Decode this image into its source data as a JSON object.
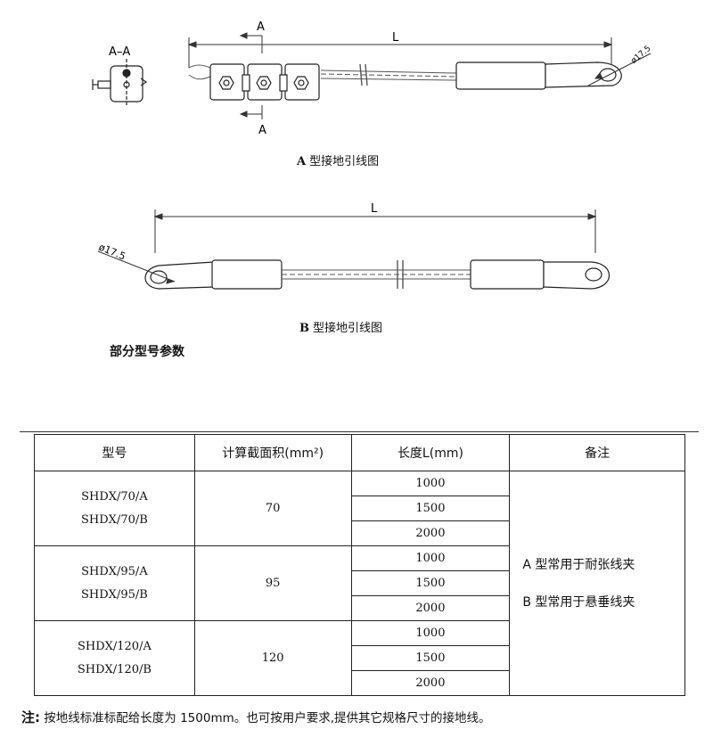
{
  "diagramA": {
    "section_label": "A–A",
    "cut_top": "A",
    "cut_bottom": "A",
    "length_label": "L",
    "diameter_label": "ø17.5",
    "caption_letter": "A",
    "caption_text": "型接地引线图"
  },
  "diagramB": {
    "length_label": "L",
    "diameter_label": "ø17.5",
    "caption_letter": "B",
    "caption_text": "型接地引线图"
  },
  "section_title": "部分型号参数",
  "table": {
    "headers": [
      "型号",
      "计算截面积(mm²)",
      "长度L(mm)",
      "备注"
    ],
    "groups": [
      {
        "models": [
          "SHDX/70/A",
          "SHDX/70/B"
        ],
        "area": "70",
        "lengths": [
          "1000",
          "1500",
          "2000"
        ]
      },
      {
        "models": [
          "SHDX/95/A",
          "SHDX/95/B"
        ],
        "area": "95",
        "lengths": [
          "1000",
          "1500",
          "2000"
        ]
      },
      {
        "models": [
          "SHDX/120/A",
          "SHDX/120/B"
        ],
        "area": "120",
        "lengths": [
          "1000",
          "1500",
          "2000"
        ]
      }
    ],
    "remarks": [
      "A 型常用于耐张线夹",
      "B 型常用于悬垂线夹"
    ]
  },
  "footnote": {
    "label": "注:",
    "text": "按地线标准标配给长度为 1500mm。也可按用户要求,提供其它规格尺寸的接地线。"
  }
}
